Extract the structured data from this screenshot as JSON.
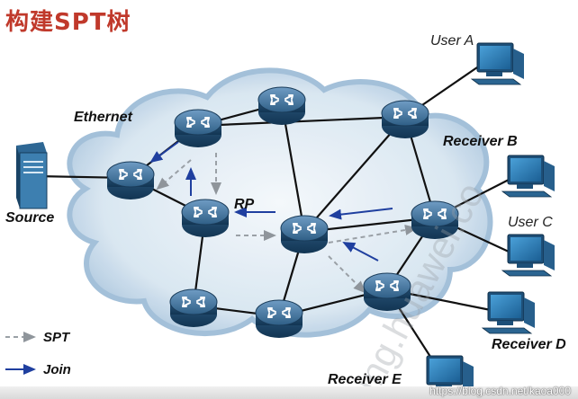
{
  "title": "构建SPT树",
  "labels": {
    "ethernet": "Ethernet",
    "source": "Source",
    "rp": "RP",
    "user_a": "User A",
    "receiver_b": "Receiver B",
    "user_c": "User C",
    "receiver_d": "Receiver D",
    "receiver_e": "Receiver E"
  },
  "legend": {
    "spt": "SPT",
    "join": "Join"
  },
  "watermark_url": "https://blog.csdn.net/kaoa000",
  "colors": {
    "title": "#c0392b",
    "join_arrow": "#1f3f9f",
    "spt_arrow": "#9aa0a6",
    "router_blue": "#2f5f86",
    "cloud": "#a9c4dc"
  }
}
